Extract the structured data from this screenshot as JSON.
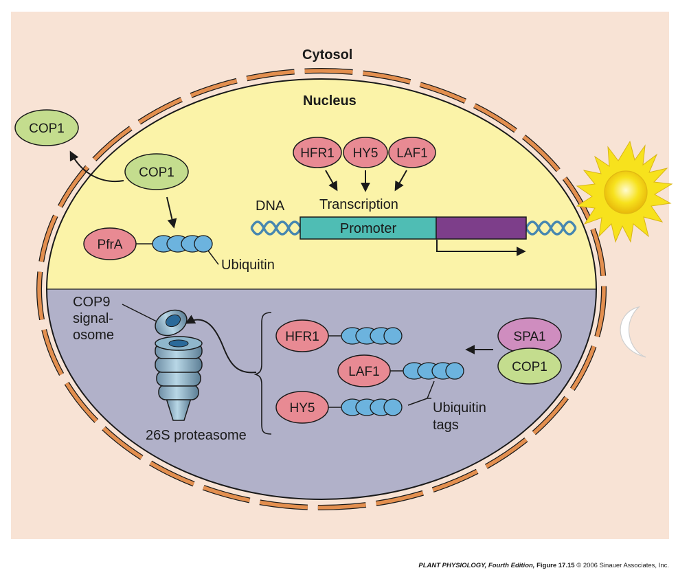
{
  "labels": {
    "cytosol": "Cytosol",
    "nucleus": "Nucleus",
    "dna": "DNA",
    "transcription": "Transcription",
    "promoter": "Promoter",
    "ubiquitin": "Ubiquitin",
    "cop9_line1": "COP9",
    "cop9_line2": "signal-",
    "cop9_line3": "osome",
    "proteasome": "26S proteasome",
    "ubiquitin_tags_line1": "Ubiquitin",
    "ubiquitin_tags_line2": "tags"
  },
  "proteins": {
    "cop1_cytosol": "COP1",
    "cop1_nucleus": "COP1",
    "hfr1_top": "HFR1",
    "hy5_top": "HY5",
    "laf1_top": "LAF1",
    "pfra": "PfrA",
    "hfr1_bottom": "HFR1",
    "laf1_bottom": "LAF1",
    "hy5_bottom": "HY5",
    "spa1": "SPA1",
    "cop1_complex": "COP1"
  },
  "caption": {
    "book": "PLANT PHYSIOLOGY, Fourth Edition,",
    "figure": "Figure 17.15",
    "copyright": "© 2006 Sinauer Associates, Inc."
  },
  "colors": {
    "background": "#f8e3d5",
    "nucleus_light": "#fbf3a8",
    "nucleus_dark": "#b1b1c9",
    "envelope": "#e38f4f",
    "green_protein": "#c4dd8e",
    "pink_protein": "#e88a93",
    "magenta_protein": "#cf8dbf",
    "ubiquitin": "#6cb3de",
    "promoter": "#4fbdb4",
    "gene": "#7d3e8a",
    "dna_helix": "#4787b0",
    "sun": "#f7e21d",
    "moon": "#ffffff"
  }
}
